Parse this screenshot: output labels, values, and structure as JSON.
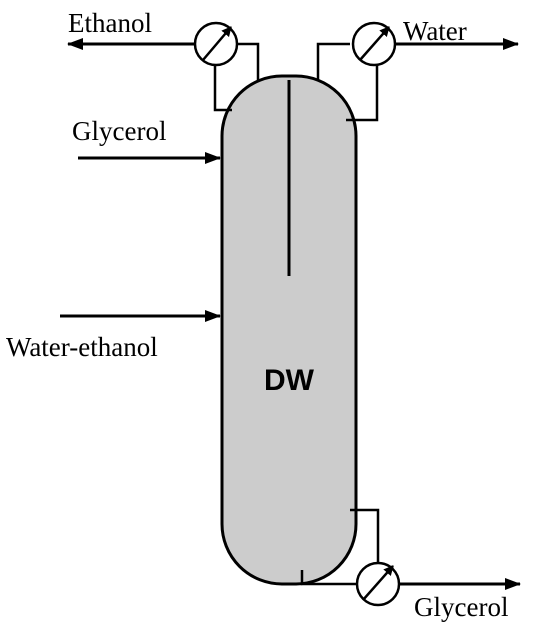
{
  "column": {
    "label": "DW",
    "fill_color": "#cccccc"
  },
  "streams": {
    "ethanol_out": "Ethanol",
    "water_out": "Water",
    "glycerol_in": "Glycerol",
    "water_ethanol_in": "Water-ethanol",
    "glycerol_out": "Glycerol"
  },
  "equipment": {
    "left_condenser": "heat-exchanger-icon",
    "right_condenser": "heat-exchanger-icon",
    "reboiler": "heat-exchanger-icon"
  }
}
